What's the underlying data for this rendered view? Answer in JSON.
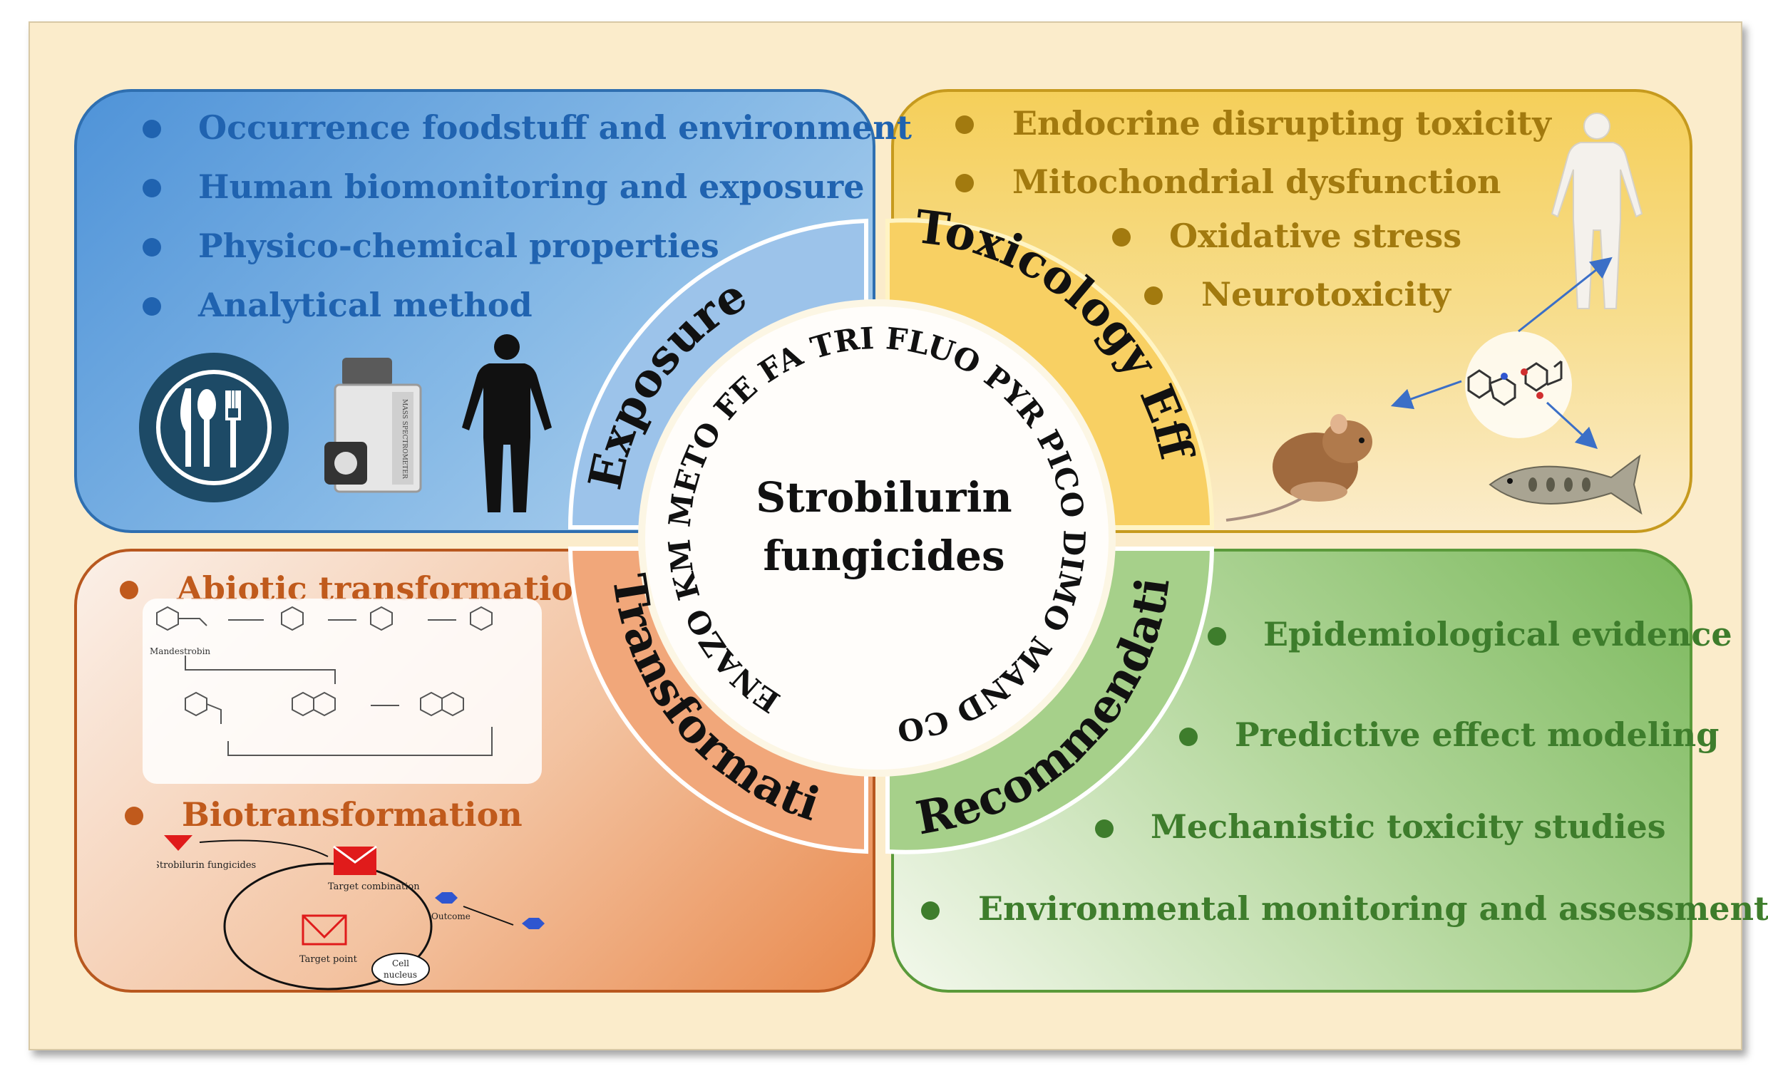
{
  "center": {
    "title_line1": "Strobilurin",
    "title_line2": "fungicides",
    "ring_text": "ENAZO KM METO FE FA TRI FLUO PYR PICO DIMO MAND COU ORY"
  },
  "ring": {
    "exposure": "Exposure",
    "toxicology": "Toxicology Effect",
    "transformation": "Transformation",
    "recommendation": "Recommendation"
  },
  "exposure": {
    "items": [
      "Occurrence foodstuff and environment",
      "Human biomonitoring and exposure",
      "Physico-chemical properties",
      "Analytical method"
    ],
    "icons": [
      "plate-cutlery-icon",
      "mass-spectrometer-icon",
      "human-silhouette-icon"
    ],
    "instrument_label": "MASS SPECTROMETER"
  },
  "toxicology": {
    "items": [
      "Endocrine disrupting toxicity",
      "Mitochondrial dysfunction",
      "Oxidative stress",
      "Neurotoxicity"
    ],
    "icons": [
      "human-body-icon",
      "molecule-icon",
      "mouse-icon",
      "fish-icon"
    ]
  },
  "transformation": {
    "abiotic": "Abiotic transformation",
    "biotic": "Biotransformation",
    "chem_label": "Mandestrobin",
    "bio_labels": {
      "fungicide": "Strobilurin fungicides",
      "target_comb": "Target combination",
      "outcome": "Outcome",
      "target_point": "Target point",
      "nucleus_l1": "Cell",
      "nucleus_l2": "nucleus"
    }
  },
  "recommendation": {
    "items": [
      "Epidemiological evidence",
      "Predictive effect modeling",
      "Mechanistic toxicity studies",
      "Environmental monitoring and assessment"
    ]
  },
  "colors": {
    "exposure": "#2063b0",
    "toxicology": "#a27a0f",
    "transformation": "#c05a1c",
    "recommendation": "#3e7d2c",
    "background": "#fbeccb"
  }
}
